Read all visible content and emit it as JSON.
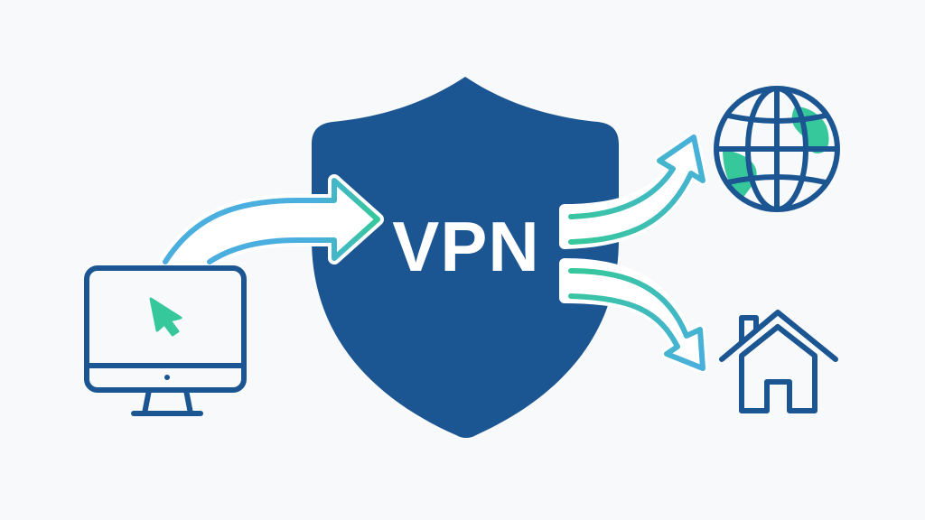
{
  "diagram": {
    "title": "VPN",
    "nodes": [
      {
        "id": "computer",
        "label": "Computer",
        "icon": "computer-monitor-icon"
      },
      {
        "id": "vpn",
        "label": "VPN",
        "icon": "shield-icon"
      },
      {
        "id": "internet",
        "label": "Internet",
        "icon": "globe-icon"
      },
      {
        "id": "home",
        "label": "Home",
        "icon": "house-icon"
      }
    ],
    "edges": [
      {
        "from": "computer",
        "to": "vpn"
      },
      {
        "from": "vpn",
        "to": "internet"
      },
      {
        "from": "vpn",
        "to": "home"
      }
    ]
  },
  "colors": {
    "background": "#f7f9fa",
    "shield": "#1b5592",
    "icon_stroke": "#1b5592",
    "arrow_blue": "#4aaedf",
    "arrow_green": "#36c89a",
    "text": "#ffffff"
  }
}
